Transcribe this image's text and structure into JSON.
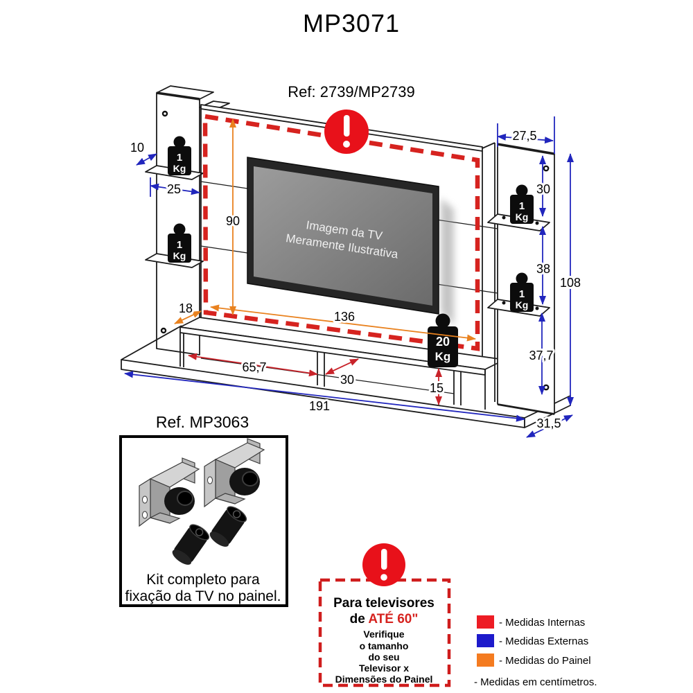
{
  "title": "MP3071",
  "ref_code": "Ref: 2739/MP2739",
  "tv": {
    "line1": "Imagem da TV",
    "line2": "Meramente Ilustrativa"
  },
  "weights": {
    "one": "1",
    "kg": "Kg",
    "twenty": "20"
  },
  "dims": {
    "d10": "10",
    "d25": "25",
    "d90": "90",
    "d18": "18",
    "d136": "136",
    "d27_5": "27,5",
    "d30_top": "30",
    "d38": "38",
    "d108": "108",
    "d37_7": "37,7",
    "d65_7": "65,7",
    "d30_niche": "30",
    "d15": "15",
    "d191": "191",
    "d31_5": "31,5"
  },
  "kit": {
    "title": "Ref. MP3063",
    "caption1": "Kit completo para",
    "caption2": "fixação da TV no painel."
  },
  "warning": {
    "line1": "Para televisores",
    "line2_prefix": "de ",
    "line2_highlight": "ATÉ 60\"",
    "line3": "Verifique",
    "line4": "o tamanho",
    "line5": "do seu",
    "line6": "Televisor x",
    "line7": "Dimensões do Painel"
  },
  "legend": {
    "items": [
      {
        "color": "#ed1c24",
        "label": "- Medidas Internas"
      },
      {
        "color": "#1d1acb",
        "label": "- Medidas Externas"
      },
      {
        "color": "#f47b20",
        "label": "- Medidas do Painel"
      }
    ],
    "note": "- Medidas em centímetros."
  },
  "colors": {
    "internal_dash": "#d6231f",
    "external_blue": "#2126bd",
    "panel_orange": "#e9821f",
    "measure_red": "#c8232a",
    "warning_red": "#e8111a"
  }
}
